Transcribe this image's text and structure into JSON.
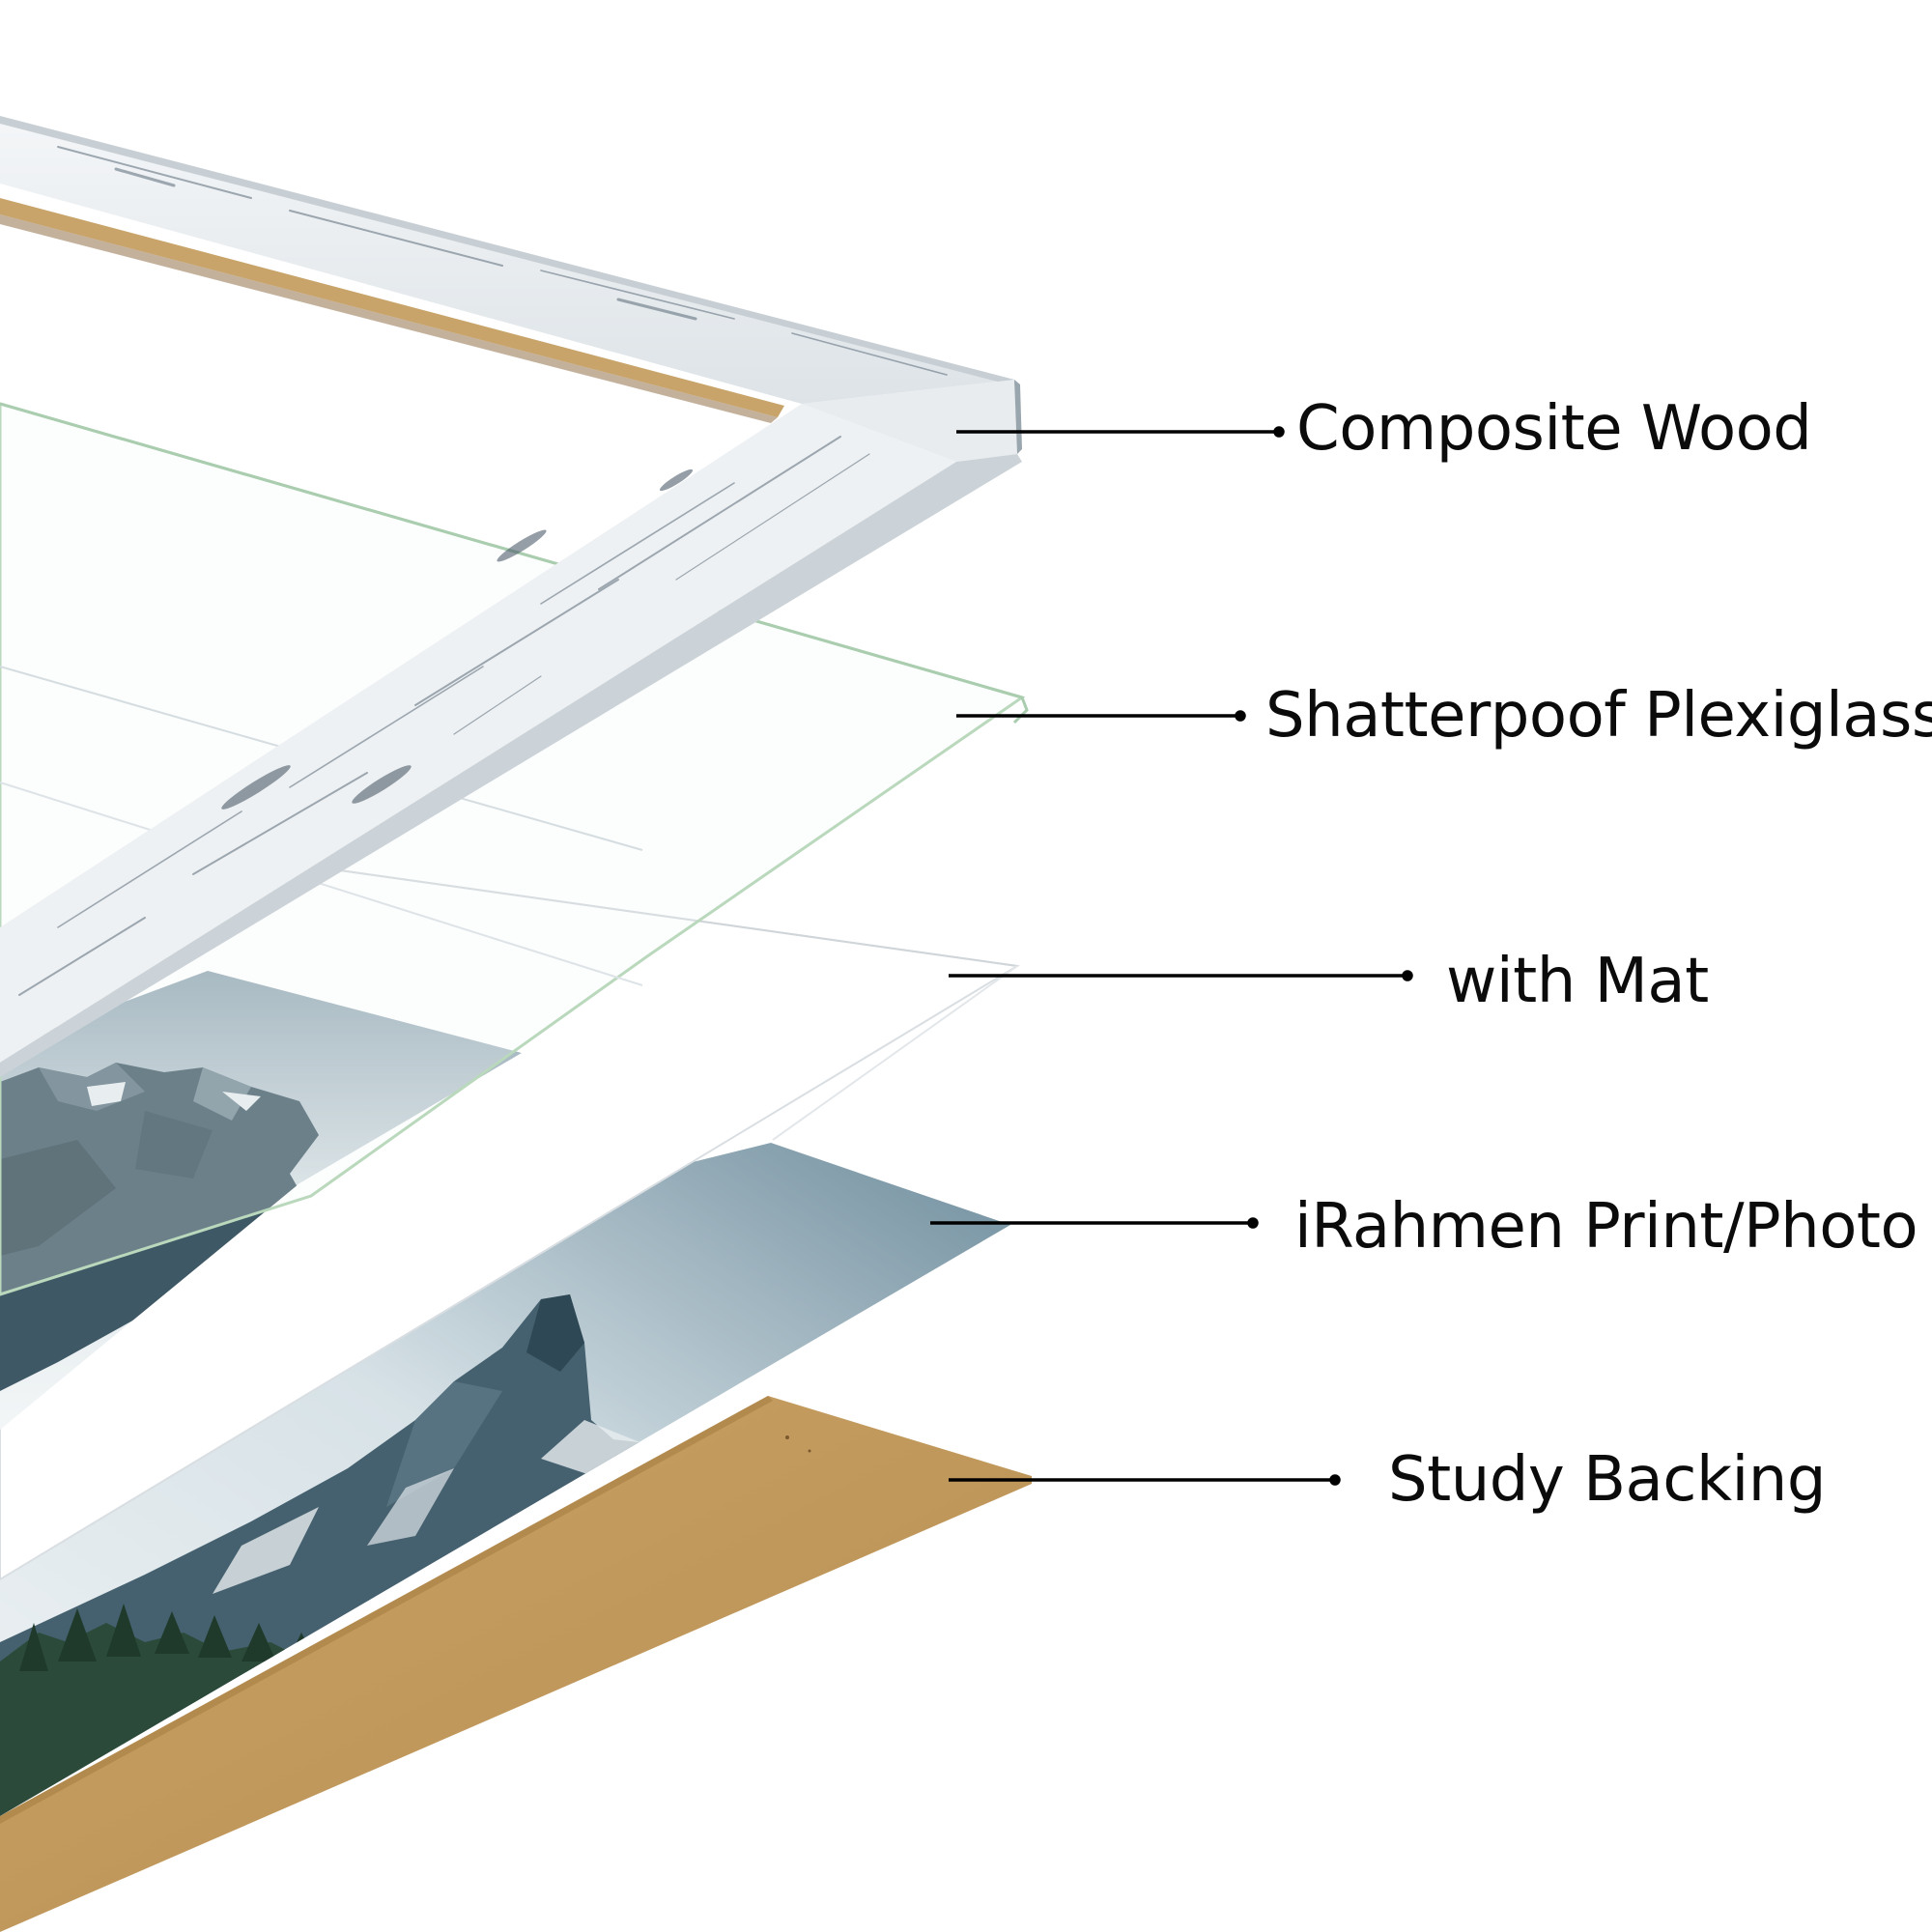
{
  "layers": [
    {
      "id": "composite-wood",
      "label": "Composite Wood"
    },
    {
      "id": "plexiglass",
      "label": "Shatterpoof Plexiglass"
    },
    {
      "id": "mat",
      "label": "with Mat"
    },
    {
      "id": "print",
      "label": "iRahmen Print/Photo"
    },
    {
      "id": "backing",
      "label": "Study Backing"
    }
  ],
  "colors": {
    "background": "#ffffff",
    "frame": "#eef1f3",
    "frame_grain": "#5a6a78",
    "frame_inner_edge": "#c9a46a",
    "plexiglass_edge": "#b8d8bc",
    "mat_edge": "#d8dde0",
    "backing": "#c39a5c",
    "sky": "#dfe7ea",
    "mountain": "#3f5866",
    "forest": "#2b4a39",
    "leader_line": "#000000"
  }
}
